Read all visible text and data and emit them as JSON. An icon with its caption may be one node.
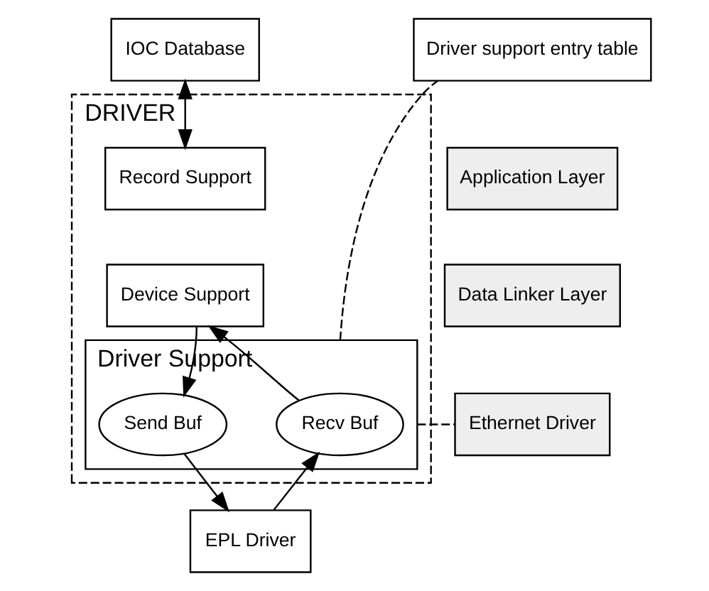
{
  "diagram": {
    "nodes": [
      {
        "text": [
          "IOC Database"
        ]
      },
      {
        "text": [
          "DRIVER"
        ]
      },
      {
        "text": [
          "Record Support"
        ],
        "in": 1
      },
      {
        "text": [
          "Device Support"
        ],
        "in": 1
      },
      {
        "text": [
          "Driver Support"
        ],
        "in": 1
      },
      {
        "text": [
          "Recv Buf"
        ],
        "in": 4
      },
      {
        "text": [
          "Send Buf"
        ],
        "in": 4
      },
      {
        "text": [
          "EPL Driver"
        ]
      },
      {
        "text": [
          "Driver support entry table"
        ]
      },
      {
        "text": [
          "Application Layer"
        ]
      },
      {
        "text": [
          "Data Linker Layer"
        ]
      },
      {
        "text": [
          "Ethernet Driver"
        ]
      }
    ],
    "edges": [
      {
        "from": 0,
        "to": 2,
        "arrow": "both"
      },
      {
        "from": 5,
        "to": 3,
        "arrow": "to"
      },
      {
        "from": 3,
        "to": 6,
        "arrow": "to"
      },
      {
        "from": 7,
        "to": 5,
        "arrow": "to"
      },
      {
        "from": 6,
        "to": 7,
        "arrow": "to"
      },
      {
        "from": 4,
        "to": 8,
        "arrow": "none",
        "style": "dashed"
      },
      {
        "from": 4,
        "to": 11,
        "arrow": "none",
        "style": "dashed"
      }
    ]
  }
}
